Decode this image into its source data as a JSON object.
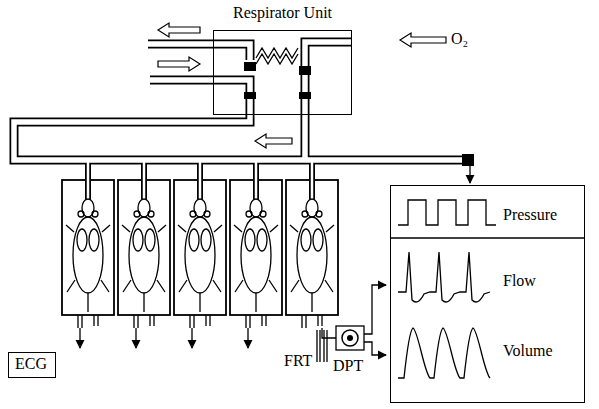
{
  "diagram": {
    "nodes": [
      {
        "text": [
          "Respirator Unit"
        ]
      },
      {
        "text": [
          "ECG"
        ]
      },
      {
        "text": [
          "Pressure",
          "Flow",
          "Volume"
        ]
      }
    ],
    "labels": [
      "O₂",
      "FRT",
      "DPT"
    ]
  }
}
